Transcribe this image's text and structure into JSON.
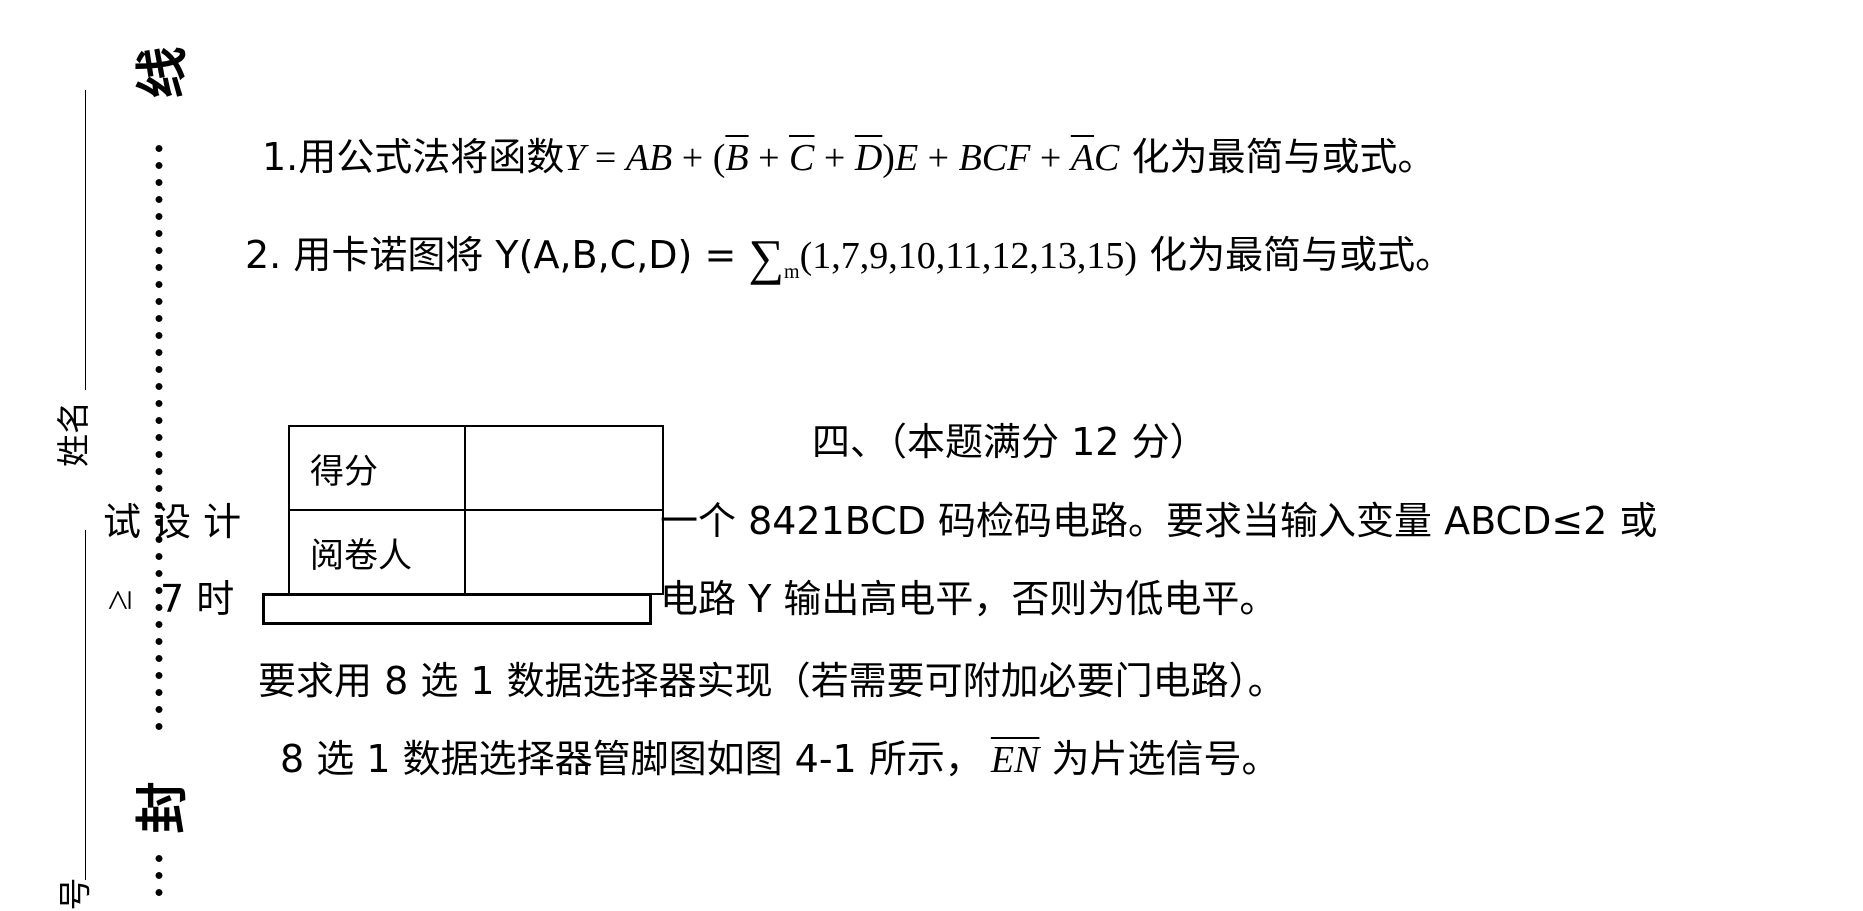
{
  "binding_margin": {
    "seal_top": "线",
    "seal_bottom": "封",
    "name_label": "姓名",
    "number_label": "号"
  },
  "problems": {
    "p1": {
      "prefix": "1.用公式法将函数",
      "eq_Y": "Y",
      "eq_eq": " = ",
      "eq_AB": "AB",
      "eq_plus1": " + (",
      "eq_B": "B",
      "eq_plus2": " + ",
      "eq_C": "C",
      "eq_plus3": " + ",
      "eq_D": "D",
      "eq_close": ")",
      "eq_E": "E",
      "eq_plus4": " + ",
      "eq_BCF": "BCF",
      "eq_plus5": " + ",
      "eq_Abar": "A",
      "eq_Cend": "C",
      "suffix": " 化为最简与或式。"
    },
    "p2": {
      "prefix": "2. 用卡诺图将 Y(A,B,C,D) = ",
      "sigma": "∑",
      "sub": "m",
      "terms": "(1,7,9,10,11,12,13,15)",
      "suffix": " 化为最简与或式。"
    }
  },
  "section4": {
    "heading": "四、（本题满分 12 分）",
    "score_label": "得分",
    "reviewer_label": "阅卷人",
    "left_col_1": "试 设 计",
    "left_col_2_a": "≥",
    "left_col_2_b": "7  时",
    "line1": "一个 8421BCD 码检码电路。要求当输入变量 ABCD≤2 或",
    "line2": "电路 Y 输出高电平，否则为低电平。",
    "line3": "要求用 8 选 1 数据选择器实现（若需要可附加必要门电路）。",
    "line4_prefix": "8 选 1 数据选择器管脚图如图 4-1 所示，",
    "line4_en": "EN",
    "line4_suffix": " 为片选信号。"
  }
}
